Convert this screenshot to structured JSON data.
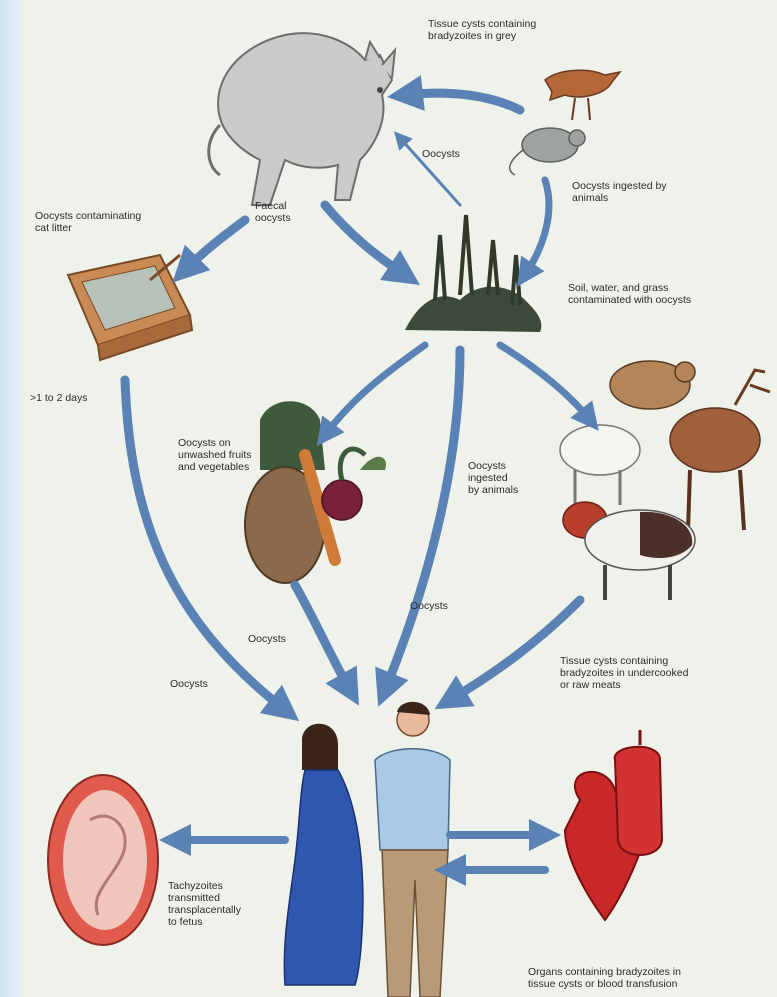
{
  "labels": {
    "tissue_cysts_grey": "Tissue cysts containing\nbradyzoites in grey",
    "oocysts_top": "Oocysts",
    "oocysts_ingested_top": "Oocysts ingested by\nanimals",
    "faecal_oocysts": "Faecal\noocysts",
    "oocysts_litter": "Oocysts contaminating\ncat litter",
    "soil_water_grass": "Soil, water, and grass\ncontaminated with oocysts",
    "one_to_two_days": ">1 to 2 days",
    "oocysts_fruits": "Oocysts on\nunwashed fruits\nand vegetables",
    "oocysts_ingested_mid": "Oocysts\ningested\nby animals",
    "oocysts_center": "Oocysts",
    "oocysts_veg": "Oocysts",
    "oocysts_left": "Oocysts",
    "tissue_cysts_meat": "Tissue cysts containing\nbradyzoites in undercooked\nor raw meats",
    "tachyzoites": "Tachyzoites\ntransmitted\ntransplacentally\nto fetus",
    "organs_blood": "Organs containing bradyzoites in\ntissue cysts or blood transfusion"
  },
  "colors": {
    "arrow": "#5a82b4",
    "background": "#eef2ea",
    "organ_red": "#c82828",
    "dress_blue": "#2f57b0"
  }
}
